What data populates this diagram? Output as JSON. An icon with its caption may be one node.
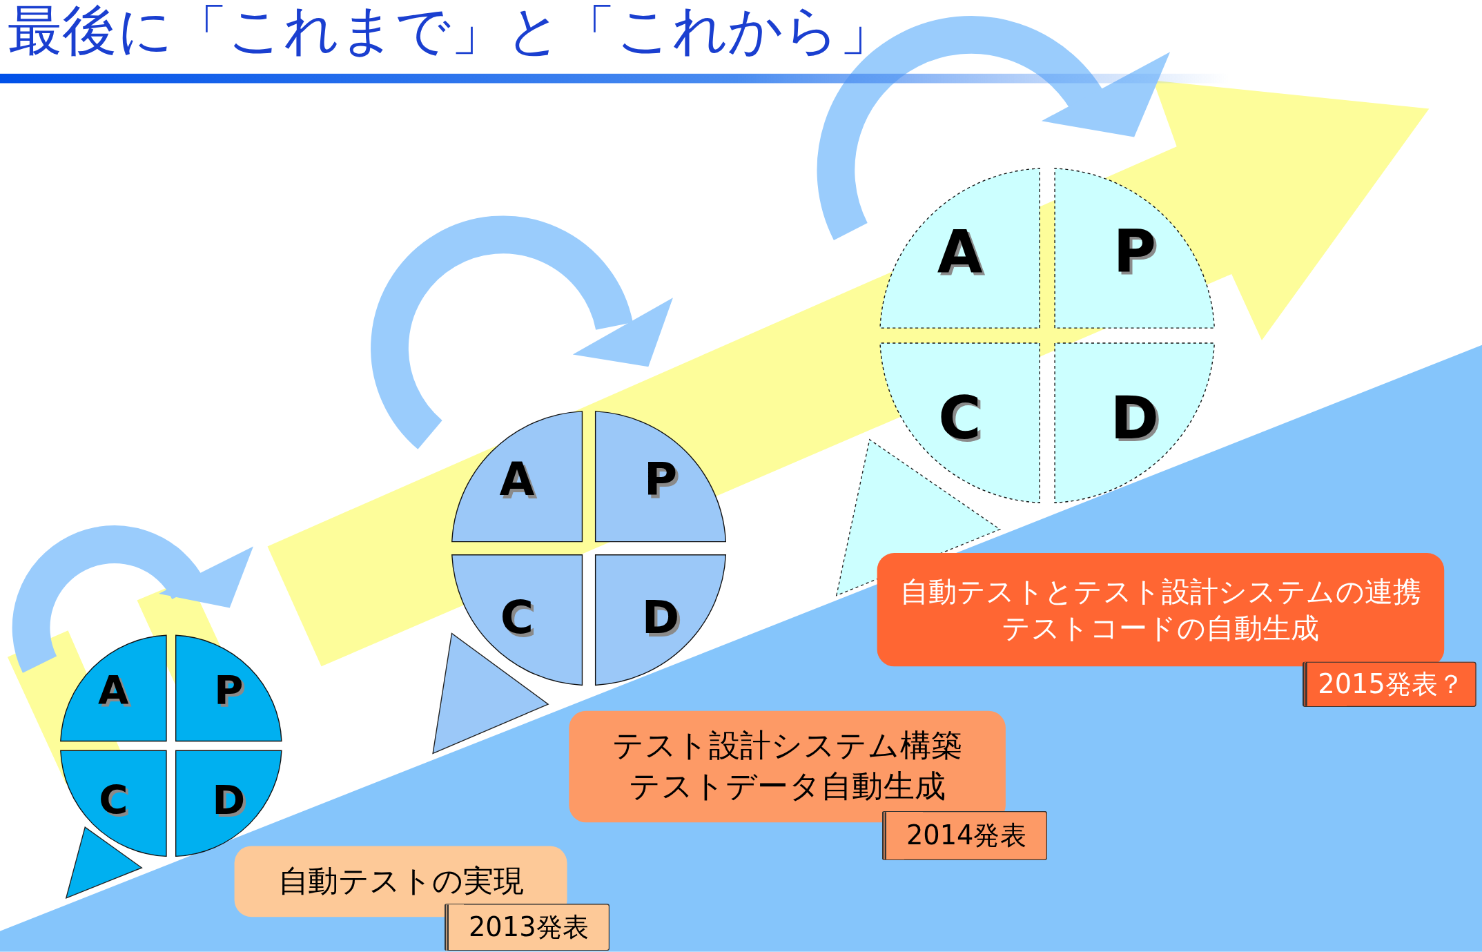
{
  "diagram": {
    "title": "最後に「これまで」と「これから」",
    "nodes": [
      {
        "text": [
          "A"
        ]
      },
      {
        "text": [
          "P"
        ]
      },
      {
        "text": [
          "C"
        ]
      },
      {
        "text": [
          "D"
        ]
      },
      {
        "text": [
          "自動テストの実現"
        ]
      },
      {
        "text": [
          "2013発表"
        ]
      },
      {
        "text": [
          "A"
        ]
      },
      {
        "text": [
          "P"
        ]
      },
      {
        "text": [
          "C"
        ]
      },
      {
        "text": [
          "D"
        ]
      },
      {
        "text": [
          "テスト設計システム構築テストデータ自動生成"
        ]
      },
      {
        "text": [
          "2014発表"
        ]
      },
      {
        "text": [
          "A"
        ]
      },
      {
        "text": [
          "P"
        ]
      },
      {
        "text": [
          "C"
        ]
      },
      {
        "text": [
          "D"
        ]
      },
      {
        "text": [
          "自動テストとテスト設計システムの連携テストコードの自動生成"
        ]
      },
      {
        "text": [
          "2015発表？"
        ]
      },
      {
        "text": [],
        "shape": "triangle"
      },
      {
        "text": [],
        "shape": "triangle"
      },
      {
        "text": [],
        "shape": "triangle"
      }
    ],
    "edges": []
  }
}
